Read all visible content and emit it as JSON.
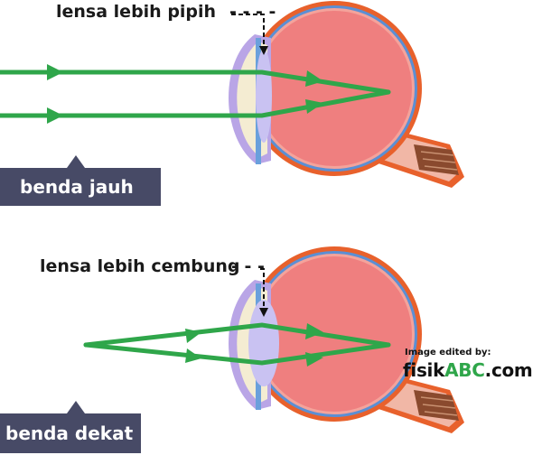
{
  "top_panel": {
    "lens_label": "lensa lebih pipih",
    "object_label": "benda jauh"
  },
  "bottom_panel": {
    "lens_label": "lensa lebih cembung",
    "object_label": "benda dekat"
  },
  "credit": {
    "caption": "Image edited by:",
    "site_part1": "fisik",
    "site_part2": "ABC",
    "site_part3": ".com"
  },
  "colors": {
    "ray": "#2fa64a",
    "eye_fill": "#ef7f7f",
    "sclera_outline": "#e8612c",
    "choroid": "#5b8fd4",
    "lens": "#c9c2f2",
    "cornea": "#b9a5e6",
    "aqueous": "#f4ecd2",
    "label_bg": "#474a66",
    "brand_green": "#2fa64a"
  }
}
